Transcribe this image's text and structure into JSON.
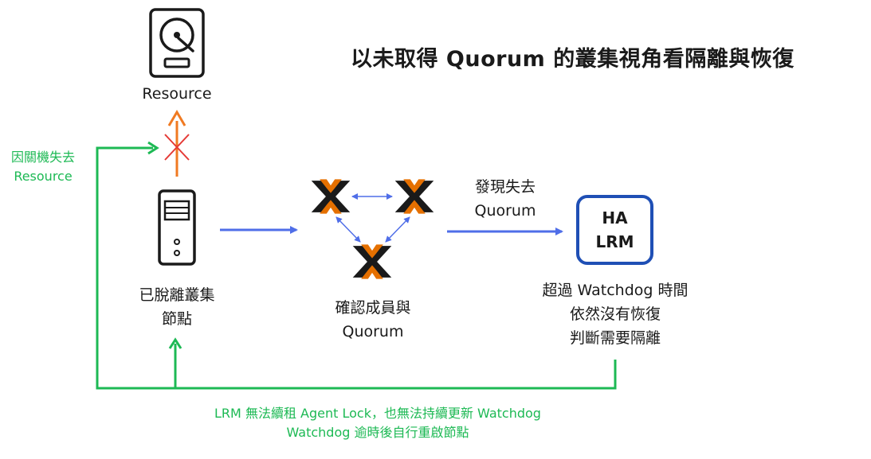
{
  "title": "以未取得 Quorum 的叢集視角看隔離與恢復",
  "resource": {
    "label": "Resource"
  },
  "left_note": {
    "line1": "因關機失去",
    "line2": "Resource"
  },
  "node": {
    "line1": "已脫離叢集",
    "line2": "節點"
  },
  "cluster": {
    "line1": "確認成員與",
    "line2": "Quorum"
  },
  "discover": {
    "line1": "發現失去",
    "line2": "Quorum"
  },
  "ha_lrm": {
    "line1": "HA",
    "line2": "LRM"
  },
  "ha_note": {
    "line1": "超過 Watchdog 時間",
    "line2": "依然沒有恢復",
    "line3": "判斷需要隔離"
  },
  "bottom_note": {
    "line1": "LRM 無法續租 Agent Lock，也無法持續更新 Watchdog",
    "line2": "Watchdog 逾時後自行重啟節點"
  },
  "colors": {
    "green": "#1db954",
    "blue": "#4f6ee8",
    "orange": "#f07a22",
    "red": "#e53935",
    "proxmox_orange": "#e57000",
    "dark": "#1a1a1a",
    "ha_border": "#1f4fb5"
  }
}
